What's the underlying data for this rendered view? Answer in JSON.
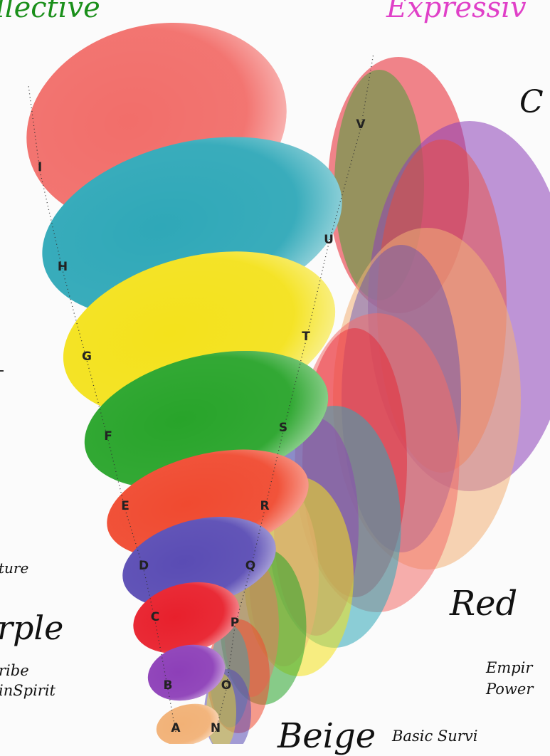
{
  "header_left": "llective",
  "header_right": "Expressiv",
  "color_top_right": "C",
  "left_labels": {
    "nature": "ture",
    "purple": "rple",
    "tribe": "ribe",
    "kinspirit": "inSpirit"
  },
  "right_labels": {
    "red": "Red",
    "empire": "Empir",
    "power": "Power"
  },
  "bottom_labels": {
    "beige": "Beige",
    "beige_sub": "Basic Survi"
  },
  "spiral_rings": [
    {
      "name": "beige",
      "left": "A",
      "right": "N",
      "color": "#f2b176"
    },
    {
      "name": "purple",
      "left": "B",
      "right": "O",
      "color": "#8d3fb8"
    },
    {
      "name": "red",
      "left": "C",
      "right": "P",
      "color": "#e8202c"
    },
    {
      "name": "blue",
      "left": "D",
      "right": "Q",
      "color": "#5a4cb4"
    },
    {
      "name": "orange",
      "left": "E",
      "right": "R",
      "color": "#f04a30"
    },
    {
      "name": "green",
      "left": "F",
      "right": "S",
      "color": "#28a42a"
    },
    {
      "name": "yellow",
      "left": "G",
      "right": "T",
      "color": "#f4e21c"
    },
    {
      "name": "turquoise",
      "left": "H",
      "right": "U",
      "color": "#2fa8b8"
    },
    {
      "name": "coral",
      "left": "I",
      "right": "V",
      "color": "#f26e6a"
    }
  ],
  "colors": {
    "header_left": "#1a8f1a",
    "header_right": "#e040c8",
    "text": "#111111",
    "background": "#fbfbfb"
  }
}
